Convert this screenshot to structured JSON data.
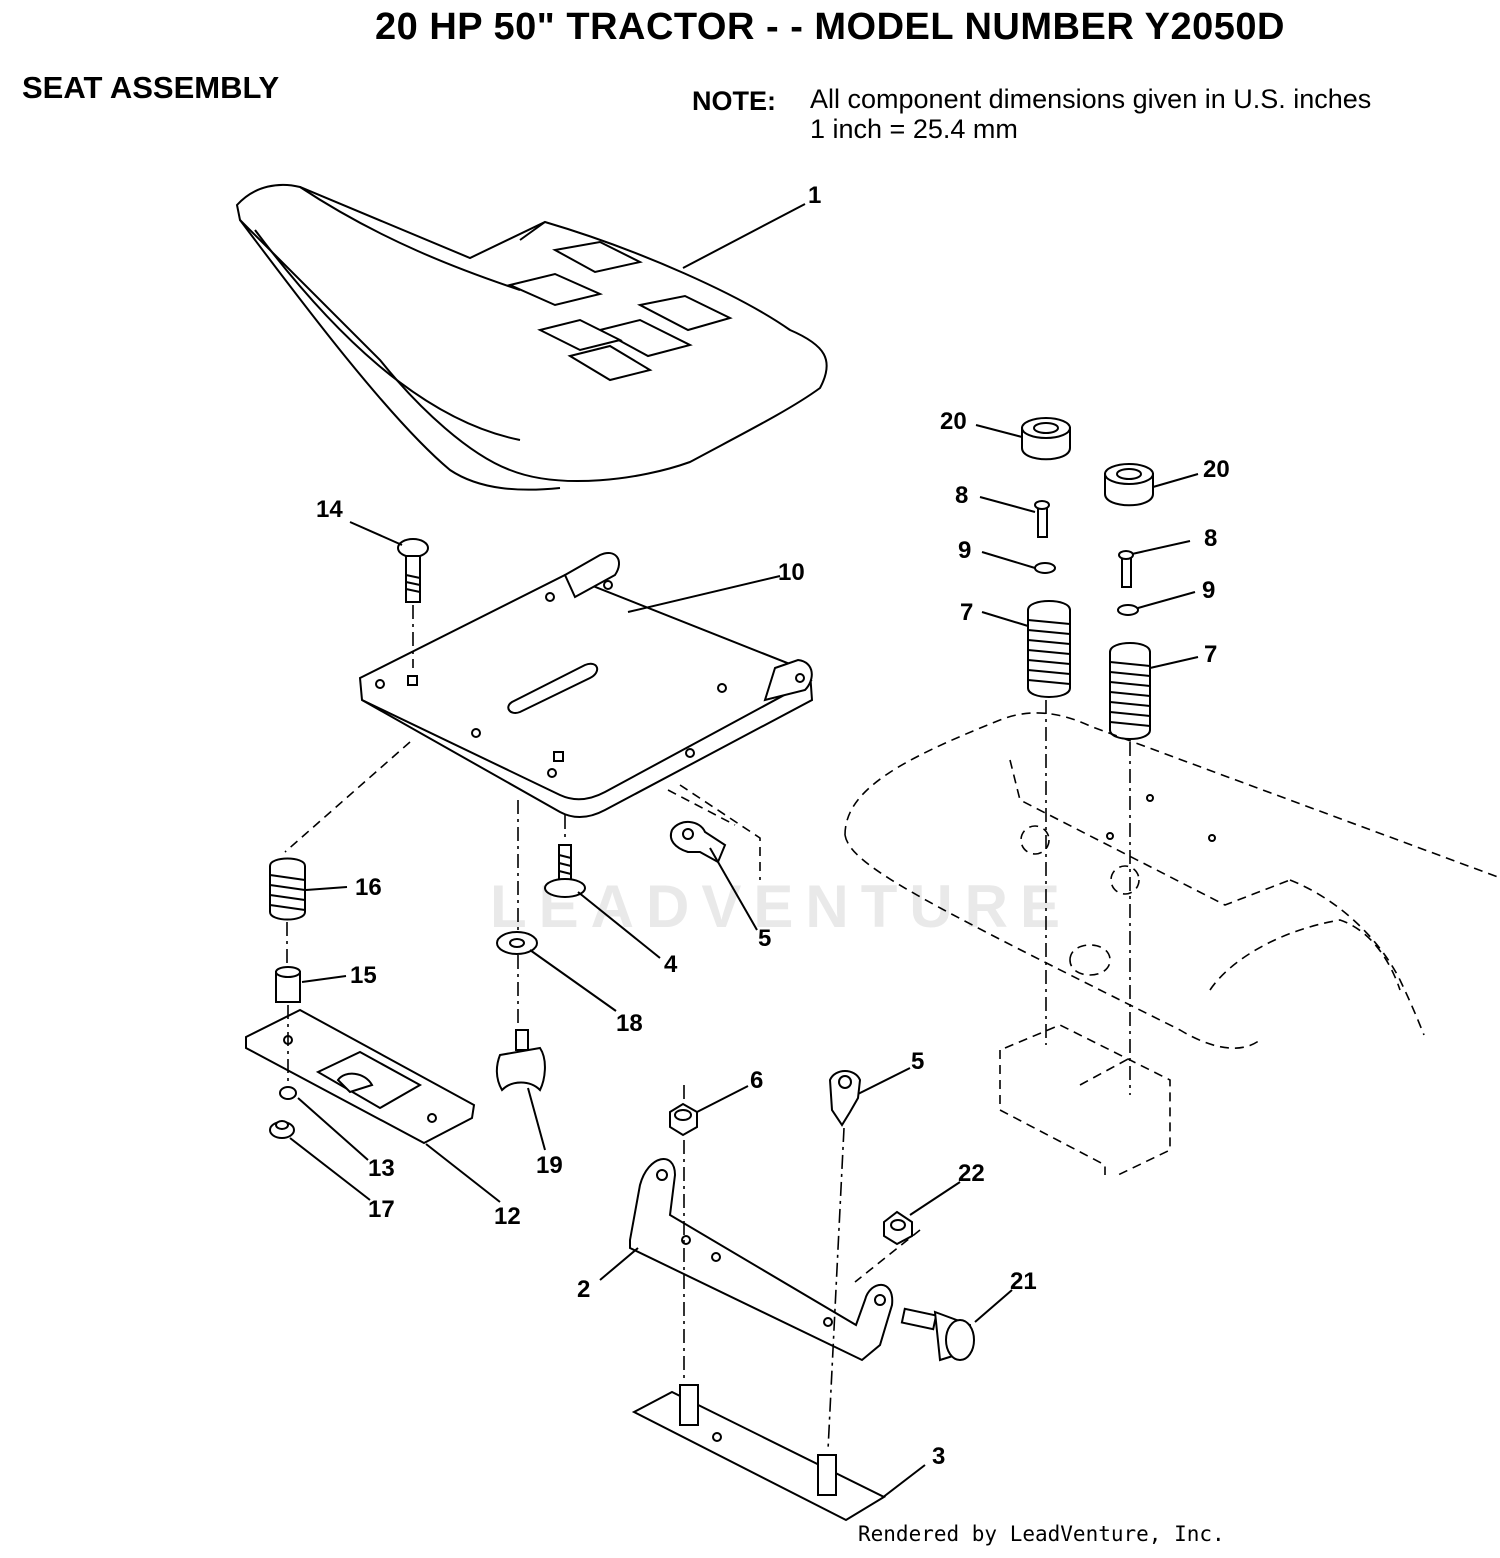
{
  "header": {
    "title": "20 HP 50\" TRACTOR - - MODEL NUMBER Y2050D",
    "subtitle": "SEAT ASSEMBLY",
    "note_label": "NOTE:",
    "note_line1": "All component dimensions given in U.S. inches",
    "note_line2": "1 inch = 25.4 mm"
  },
  "watermark": "LEADVENTURE",
  "footer": {
    "credit": "Rendered by LeadVenture, Inc."
  },
  "callouts": {
    "c1": "1",
    "c2": "2",
    "c3": "3",
    "c4": "4",
    "c5a": "5",
    "c5b": "5",
    "c6": "6",
    "c7a": "7",
    "c7b": "7",
    "c8a": "8",
    "c8b": "8",
    "c9a": "9",
    "c9b": "9",
    "c10": "10",
    "c12": "12",
    "c13": "13",
    "c14": "14",
    "c15": "15",
    "c16": "16",
    "c17": "17",
    "c18": "18",
    "c19": "19",
    "c20a": "20",
    "c20b": "20",
    "c21": "21",
    "c22": "22"
  }
}
